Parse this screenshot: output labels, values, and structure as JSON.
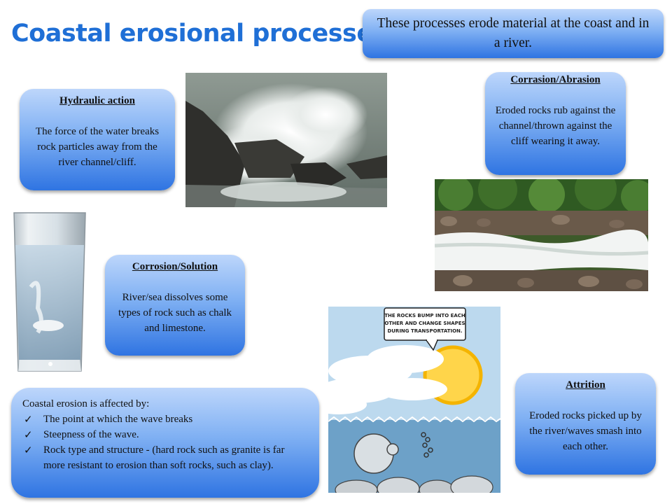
{
  "title": "Coastal erosional processes",
  "intro": "These processes erode material at the coast and in a river.",
  "hydraulic": {
    "heading": "Hydraulic action",
    "text": "The force of  the water breaks rock particles away from the river channel/cliff."
  },
  "corrasion": {
    "heading": "Corrasion/Abrasion",
    "text": "Eroded rocks rub against the channel/thrown against the cliff wearing it away."
  },
  "corrosion": {
    "heading": "Corrosion/Solution",
    "text": "River/sea dissolves some types of  rock such as chalk and limestone."
  },
  "attrition": {
    "heading": "Attrition",
    "text": "Eroded rocks picked up by the river/waves smash into each other."
  },
  "affected": {
    "intro": "Coastal erosion is affected by:",
    "items": [
      "The point at which the wave breaks",
      "Steepness of  the wave.",
      "Rock type and structure - (hard rock such as granite is far more resistant to erosion than soft rocks, such as clay)."
    ]
  },
  "cartoon": {
    "speech": [
      "THE ROCKS BUMP INTO EACH",
      "OTHER AND CHANGE SHAPES",
      "DURING TRANSPORTATION."
    ]
  },
  "icons": {
    "tick": "checkmark-icon"
  }
}
